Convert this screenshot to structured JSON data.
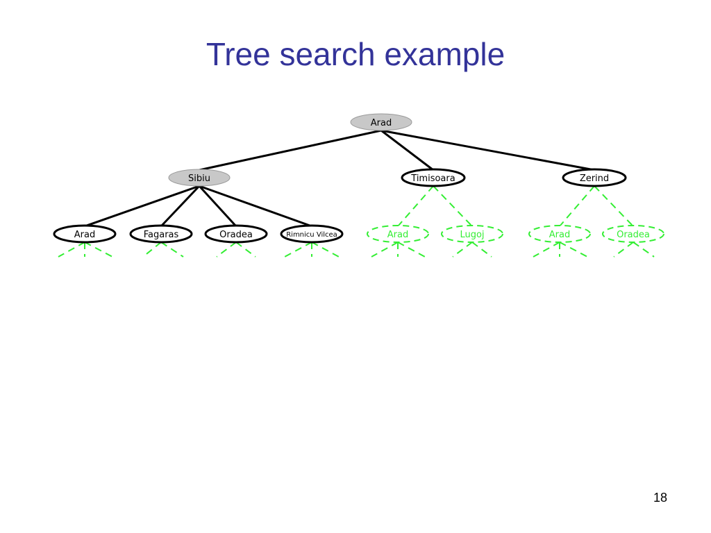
{
  "slide": {
    "title": "Tree search example",
    "page_number": "18"
  },
  "colors": {
    "title": "#333399",
    "expanded_fill": "#c8c8c8",
    "edge": "#000000",
    "frontier": "#33ee33"
  },
  "tree": {
    "root": {
      "label": "Arad",
      "state": "expanded"
    },
    "level1": [
      {
        "label": "Sibiu",
        "state": "expanded"
      },
      {
        "label": "Timisoara",
        "state": "generated"
      },
      {
        "label": "Zerind",
        "state": "generated"
      }
    ],
    "level2": [
      {
        "label": "Arad",
        "parent": "Sibiu",
        "state": "generated"
      },
      {
        "label": "Fagaras",
        "parent": "Sibiu",
        "state": "generated"
      },
      {
        "label": "Oradea",
        "parent": "Sibiu",
        "state": "generated"
      },
      {
        "label": "Rimnicu Vilcea",
        "parent": "Sibiu",
        "state": "generated"
      },
      {
        "label": "Arad",
        "parent": "Timisoara",
        "state": "unexplored"
      },
      {
        "label": "Lugoj",
        "parent": "Timisoara",
        "state": "unexplored"
      },
      {
        "label": "Arad",
        "parent": "Zerind",
        "state": "unexplored"
      },
      {
        "label": "Oradea",
        "parent": "Zerind",
        "state": "unexplored"
      }
    ]
  }
}
